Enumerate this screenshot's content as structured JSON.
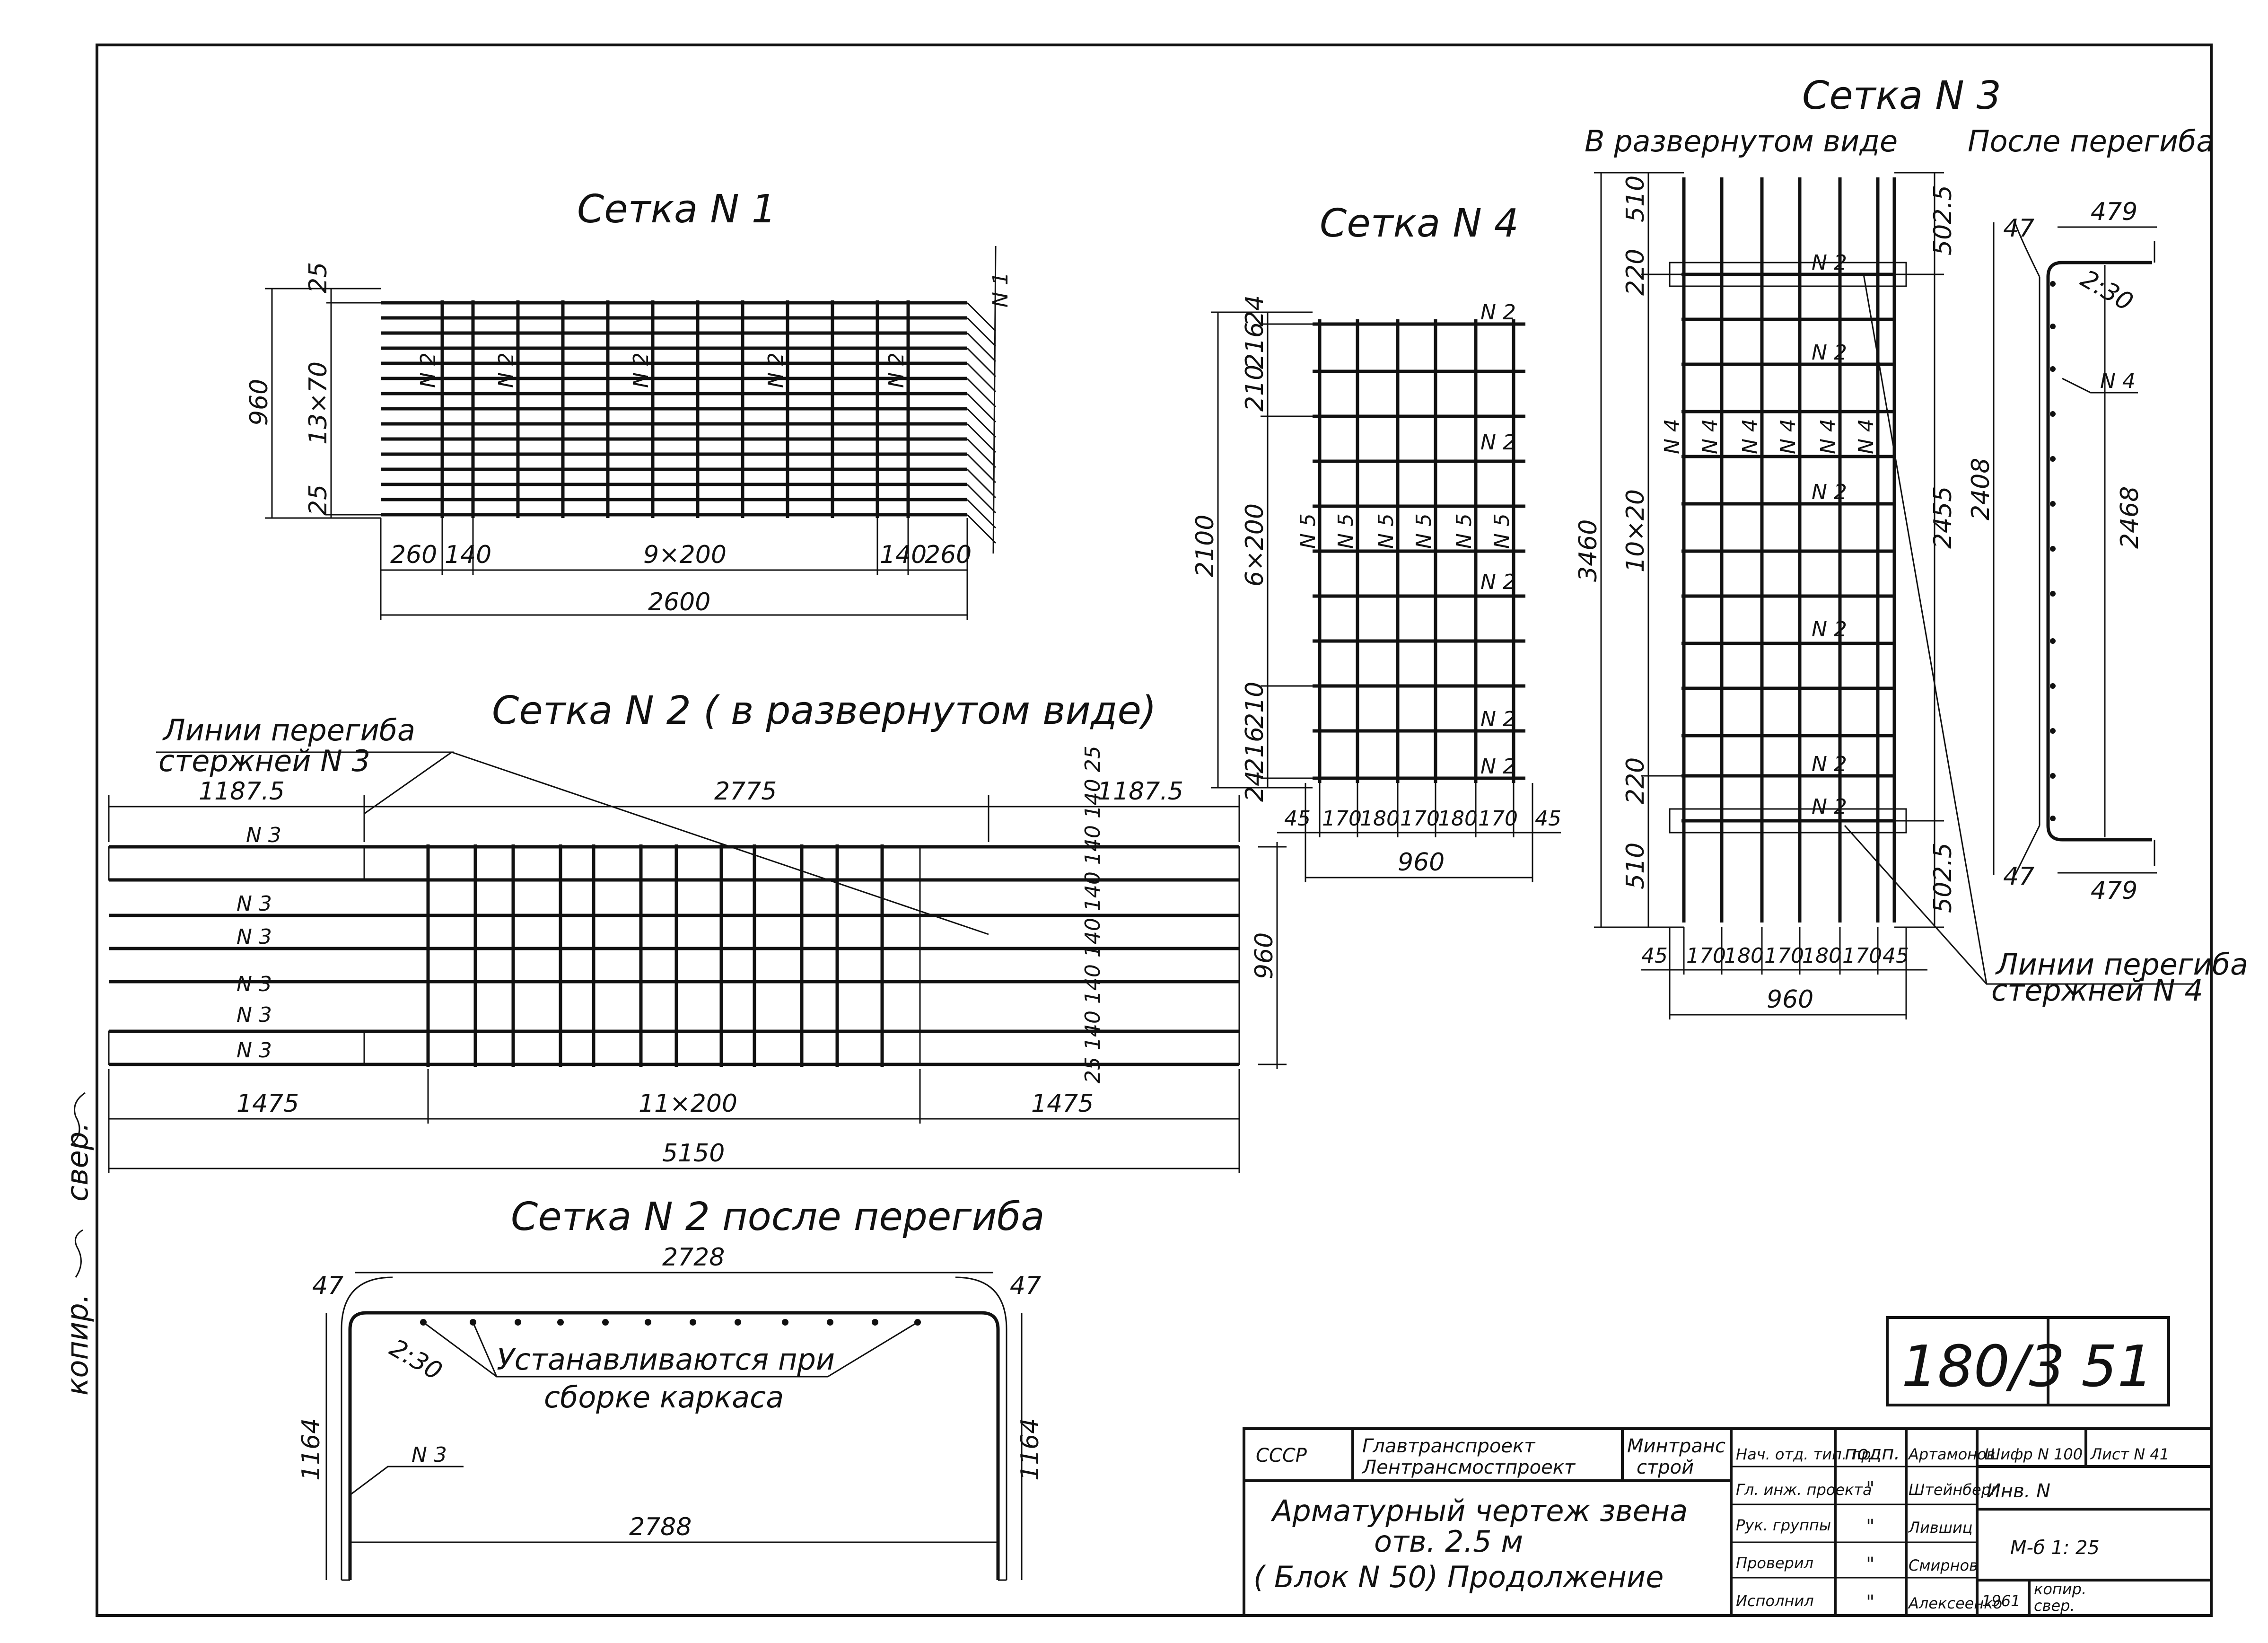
{
  "sheet": {
    "code": "180/3",
    "number": "51"
  },
  "side_stamp": {
    "copier": "копир.",
    "checker": "свер."
  },
  "mesh1": {
    "title": "Сетка  N 1",
    "dim_top": "25",
    "dim_span": "13×70",
    "dim_bottom": "25",
    "dim_height": "960",
    "dims_bottom": [
      "260",
      "140",
      "9×200",
      "140",
      "260"
    ],
    "dim_total": "2600",
    "bar_label_vertical": "N 2",
    "bar_label_horizontal": "N 1"
  },
  "mesh2": {
    "title": "Сетка  N 2 ( в развернутом виде)",
    "note_line1": "Линии перегиба",
    "note_line2": "стержней  N 3",
    "dims_top": [
      "1187.5",
      "2775",
      "1187.5"
    ],
    "rod_labels": [
      "N 3",
      "N 3",
      "N 3",
      "N 3",
      "N 3",
      "N 3"
    ],
    "dims_bottom": [
      "1475",
      "11×200",
      "1475"
    ],
    "dim_total": "5150",
    "dim_height": "960",
    "side_dims": "25 140 140 140 140 140 140 25"
  },
  "mesh2_bent": {
    "title": "Сетка  N 2  после  перегиба",
    "dim_top": "2728",
    "dim_bottom": "2788",
    "dim_left": "1164",
    "dim_right": "1164",
    "radius_left": "47",
    "radius_right": "47",
    "ratio": "2:30",
    "note_line1": "Устанавливаются  при",
    "note_line2": "сборке  каркаса",
    "rod_label": "N 3"
  },
  "mesh4": {
    "title": "Сетка  N 4",
    "dims_left": [
      "24",
      "216",
      "210",
      "6×200",
      "210",
      "216",
      "24"
    ],
    "dim_height": "2100",
    "dims_bottom": [
      "45",
      "170",
      "180",
      "170",
      "180",
      "170",
      "45"
    ],
    "dim_total": "960",
    "label_horizontal": "N 2",
    "label_vertical": "N 5"
  },
  "mesh3": {
    "title": "Сетка  N 3",
    "sub_left": "В развернутом  виде",
    "sub_right": "После перегиба",
    "dims_left": [
      "510",
      "220",
      "10×20",
      "220",
      "510"
    ],
    "dim_height": "3460",
    "dim_right_top": "502.5",
    "dim_right_mid": "2455",
    "dim_right_bottom": "502.5",
    "dims_bottom": [
      "45",
      "170",
      "180",
      "170",
      "180",
      "170",
      "45"
    ],
    "dim_total": "960",
    "label_horizontal": "N 2",
    "label_vertical": "N 4",
    "note_line1": "Линии перегиба",
    "note_line2": "стержней  N 4",
    "bent_dim_top": "479",
    "bent_dim_bottom": "479",
    "bent_radius_top": "47",
    "bent_radius_bottom": "47",
    "bent_ratio": "2:30",
    "bent_rod": "N 4",
    "bent_height_outer": "2408",
    "bent_height_inner": "2468"
  },
  "title_block": {
    "country": "СССР",
    "org1": "Главтранспроект",
    "org2": "Лентрансмостпроект",
    "ministry1": "Минтранс",
    "ministry2": "строй",
    "drawing_title1": "Арматурный  чертеж  звена",
    "drawing_title2": "отв.  2.5 м",
    "drawing_title3": "( Блок  N 50)   Продолжение",
    "roles": [
      "Нач. отд. тип. пр.",
      "Гл. инж. проекта",
      "Рук. группы",
      "Проверил",
      "Исполнил"
    ],
    "sign_header": "подп.",
    "sign_marks": [
      "\"",
      "\"",
      "\"",
      "\""
    ],
    "names": [
      "Артамонов",
      "Штейнберг",
      "Лившиц",
      "Смирнов",
      "Алексеенко"
    ],
    "cipher": "Шифр N 100",
    "sheet_label": "Лист N 41",
    "inv": "Инв. N",
    "scale": "М-б  1: 25",
    "year": "1961",
    "copy": "копир.",
    "check": "свер."
  }
}
